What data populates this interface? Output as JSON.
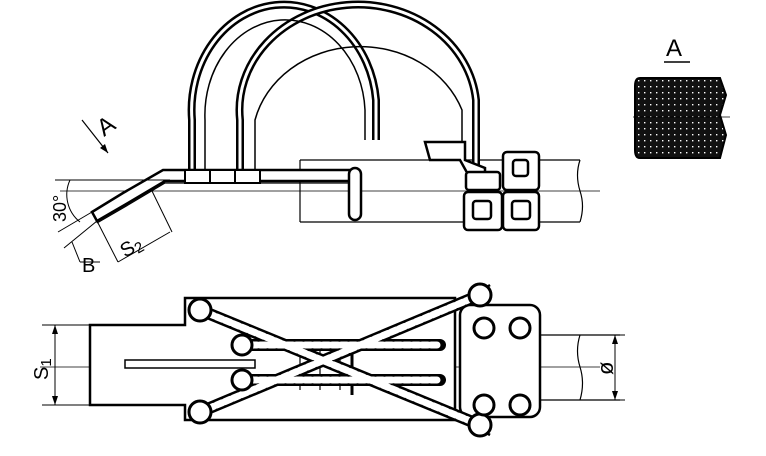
{
  "drawing": {
    "view_arrow_label": "A",
    "angle_label": "30°",
    "width_label": "B",
    "s2_label": "S",
    "s2_sub": "2",
    "view_title": "A",
    "s1_label": "S",
    "s1_sub": "1",
    "diameter_label": "ø"
  }
}
